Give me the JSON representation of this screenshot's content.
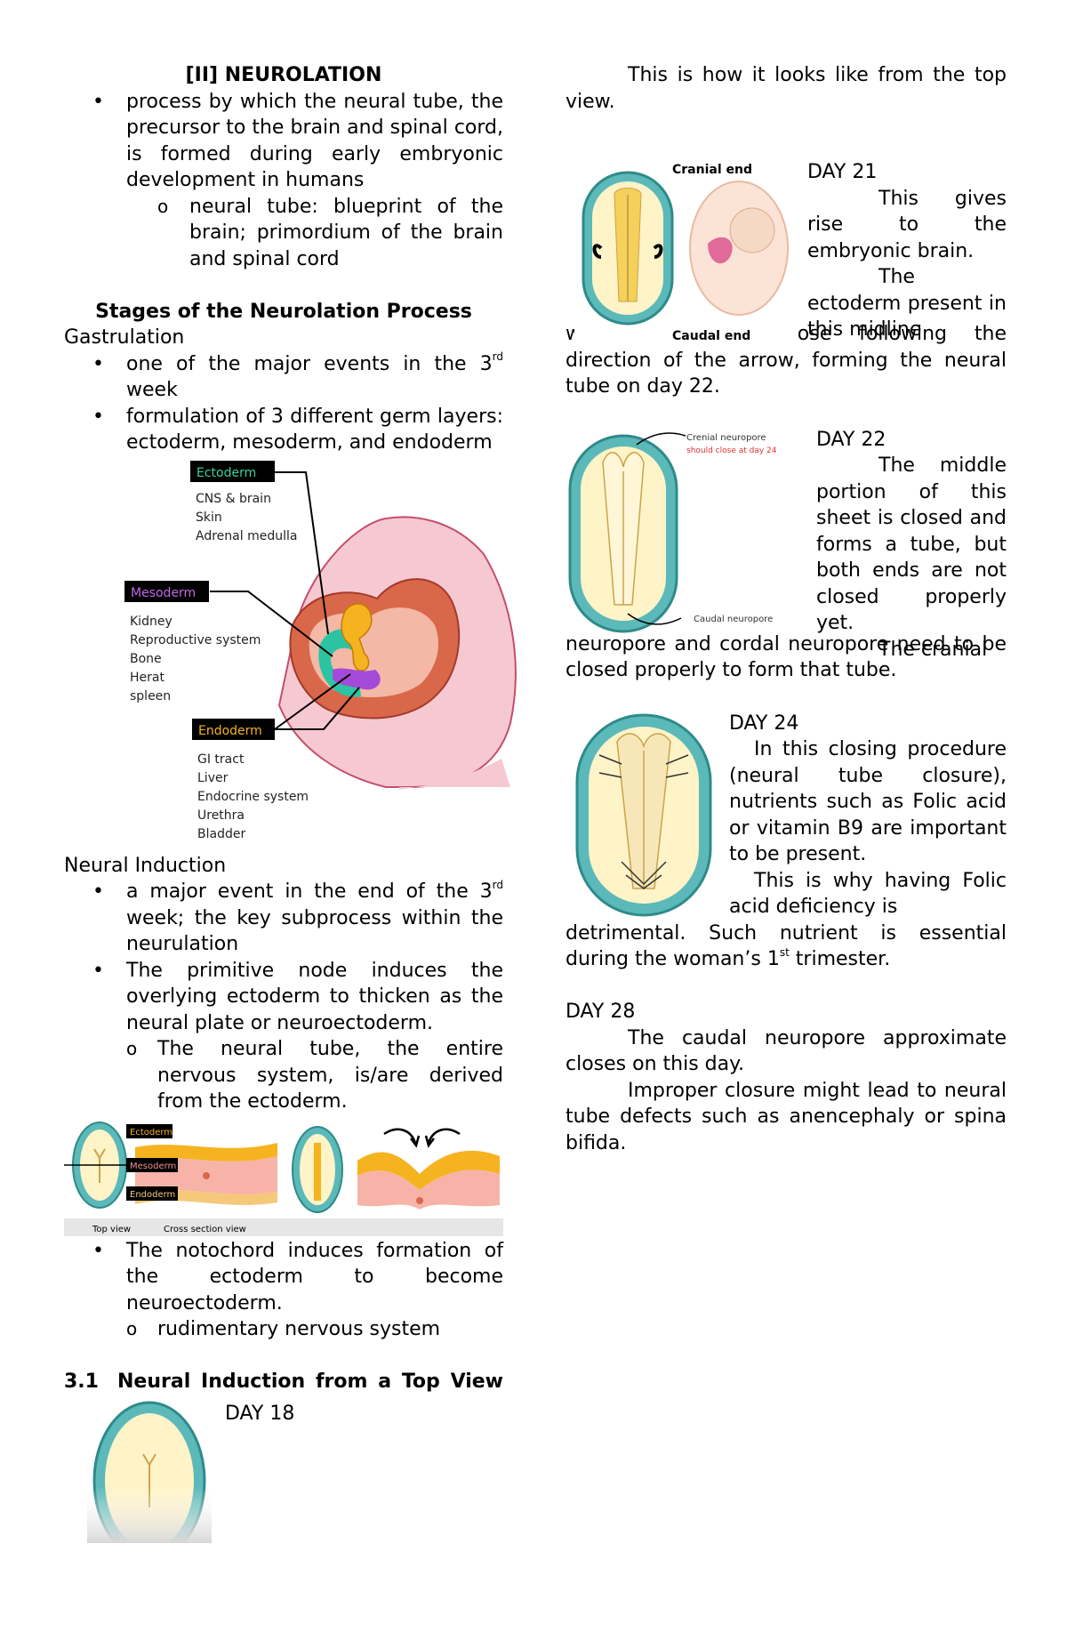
{
  "left": {
    "title": "[II] NEUROLATION",
    "b1": "process by which the neural tube, the precursor to the brain and spinal cord, is formed during early embryonic development in humans",
    "b1_sub": "neural tube: blueprint of the brain; primordium of the brain and spinal cord",
    "stages_heading": "Stages of the Neurolation Process",
    "gastrulation": "Gastrulation",
    "g1_pre": "one of the major events in the 3",
    "g1_sup": "rd",
    "g1_post": " week",
    "g2": "formulation of 3 different germ layers: ectoderm, mesoderm, and endoderm",
    "germ_fig": {
      "ecto_label": "Ectoderm",
      "ecto_items": [
        "CNS & brain",
        "Skin",
        "Adrenal medulla"
      ],
      "meso_label": "Mesoderm",
      "meso_items": [
        "Kidney",
        "Reproductive system",
        "Bone",
        "Herat",
        "spleen"
      ],
      "endo_label": "Endoderm",
      "endo_items": [
        "GI tract",
        "Liver",
        "Endocrine system",
        "Urethra",
        "Bladder"
      ]
    },
    "neural_induction": "Neural Induction",
    "n1_pre": "a major event in the end of the 3",
    "n1_sup": "rd",
    "n1_post": " week; the key subprocess within the neurulation",
    "n2": "The primitive node induces the overlying ectoderm to thicken as the neural plate or neuroectoderm.",
    "n2_sub": "The neural tube, the entire nervous system, is/are derived from the ectoderm.",
    "cross_fig": {
      "ectoderm": "Ectoderm",
      "mesoderm": "Mesoderm",
      "endoderm": "Endoderm",
      "top_view": "Top view",
      "cross_view": "Cross section view"
    },
    "n3": "The notochord induces formation of the ectoderm to become neuroectoderm.",
    "n3_sub": "rudimentary nervous system",
    "sec31_num": "3.1",
    "sec31_title": "Neural Induction from a Top View",
    "day18": "DAY 18"
  },
  "right": {
    "intro": "This is how it looks like from the top view.",
    "day21_fig": {
      "cranial": "Cranial end",
      "caudal": "Caudal end"
    },
    "day21": "DAY 21",
    "day21_p1": "This gives rise to the embryonic brain.",
    "day21_p2": "The ectoderm present in this midline would eventually close following the direction of the arrow, forming the neural tube on day 22.",
    "day22_fig": {
      "cranial": "Crenial neuropore",
      "cranial_note": "should close at day 24",
      "caudal": "Caudal neuropore"
    },
    "day22": "DAY 22",
    "day22_p1": "The middle portion of this sheet is closed and forms a tube, but both ends are not closed properly yet.",
    "day22_p2": "The cranial neuropore and cordal neuropore need to be closed properly to form that tube.",
    "day24": "DAY 24",
    "day24_p1": "In this closing procedure (neural tube closure), nutrients such as Folic acid or vitamin B9 are important to be present.",
    "day24_p2_pre": "This is why having Folic acid deficiency is detrimental. Such nutrient is essential during the woman’s 1",
    "day24_p2_sup": "st",
    "day24_p2_post": " trimester.",
    "day28": "DAY 28",
    "day28_p1": "The caudal neuropore approximate closes on this day.",
    "day28_p2": "Improper closure might lead to neural tube defects such as anencephaly or spina bifida."
  }
}
